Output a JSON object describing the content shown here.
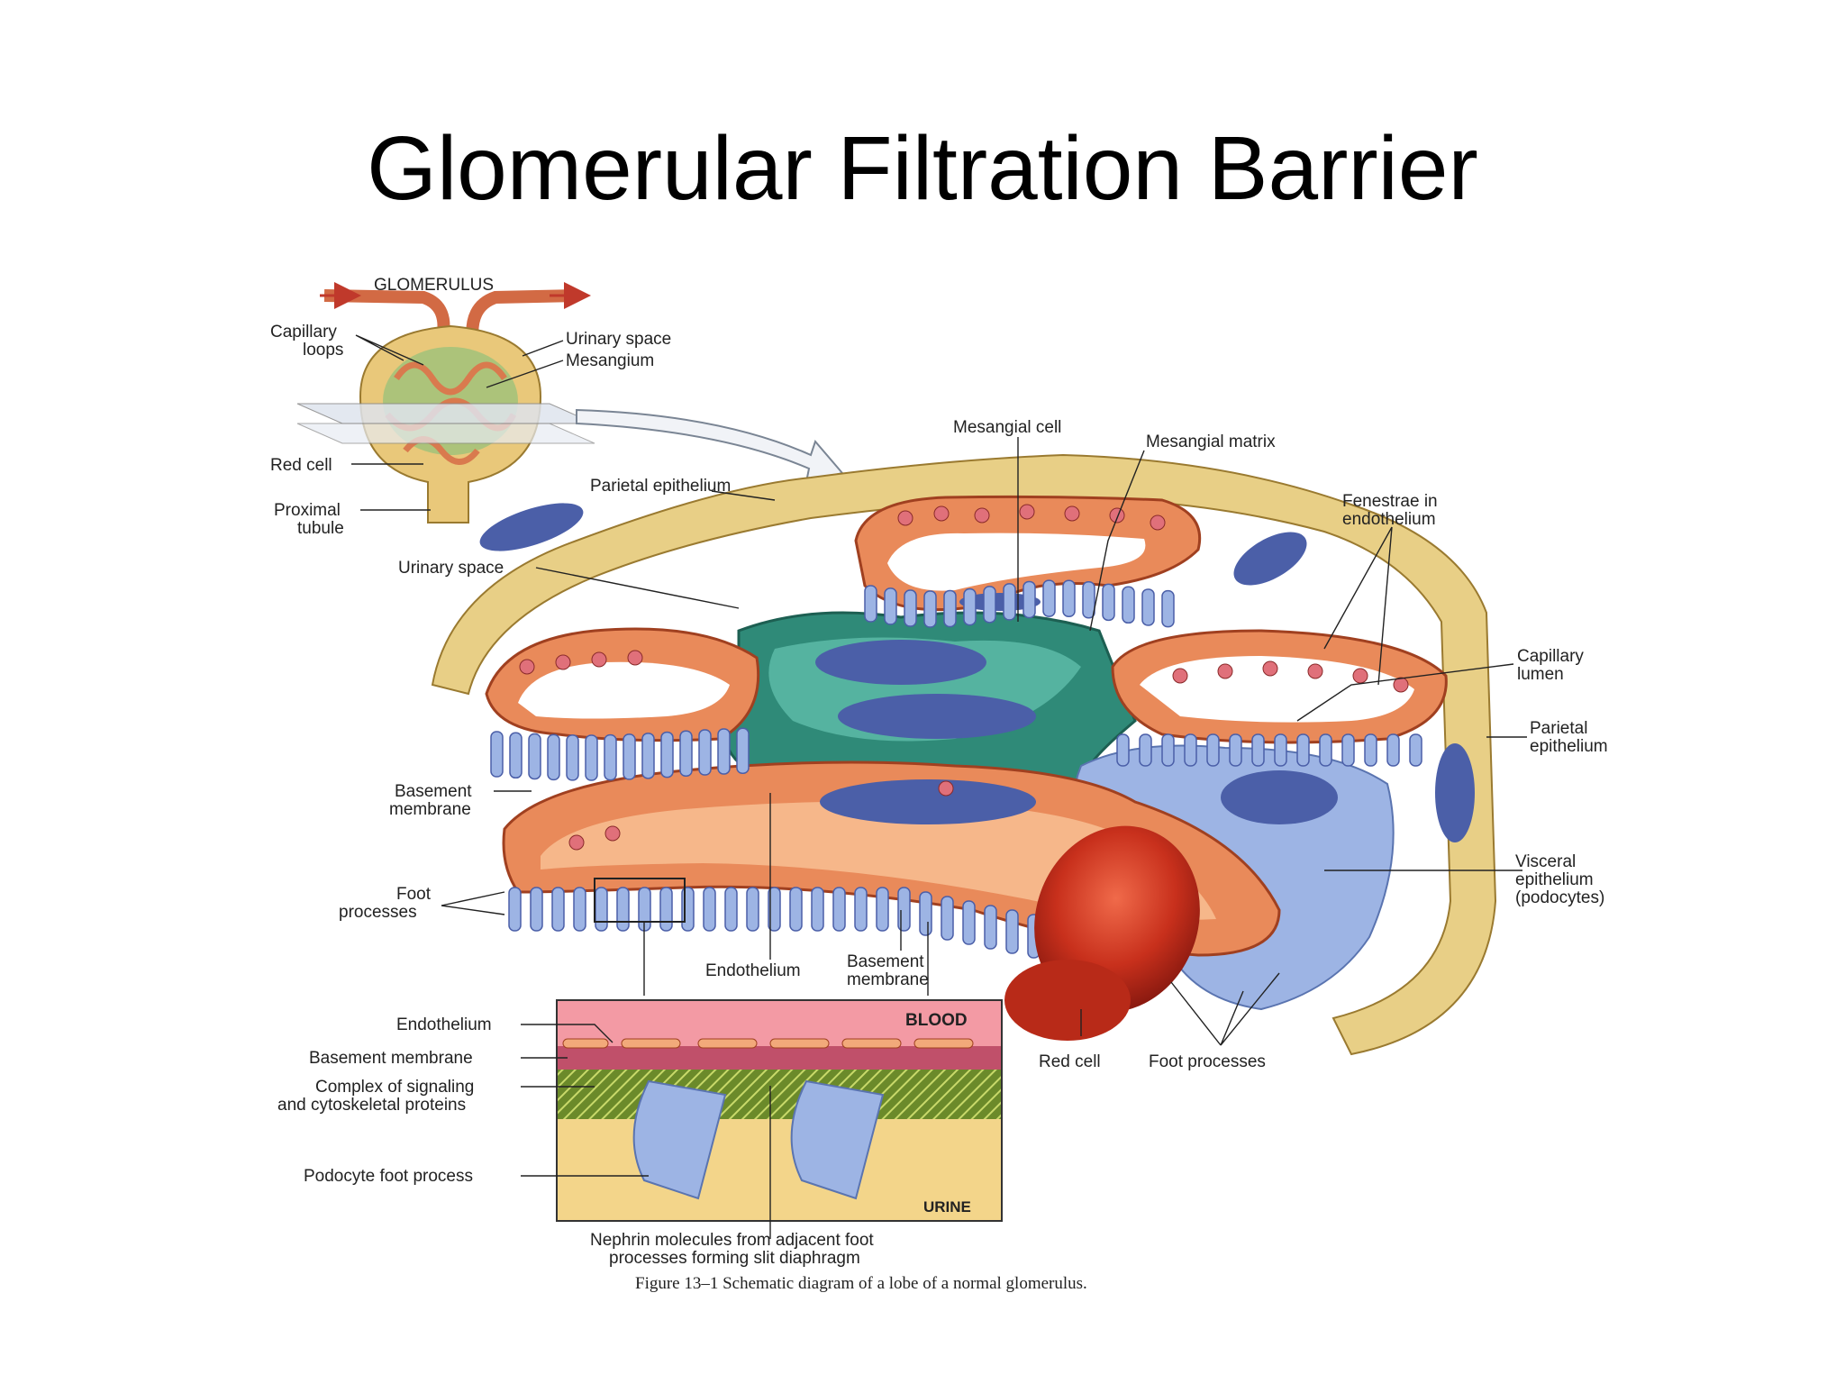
{
  "slide_title": "Glomerular Filtration Barrier",
  "inset_glomerulus": {
    "heading": "GLOMERULUS",
    "labels": {
      "capillary_loops_1": "Capillary",
      "capillary_loops_2": "loops",
      "urinary_space": "Urinary space",
      "mesangium": "Mesangium",
      "red_cell": "Red cell",
      "proximal_tubule_1": "Proximal",
      "proximal_tubule_2": "tubule"
    }
  },
  "main_labels": {
    "mesangial_cell": "Mesangial cell",
    "mesangial_matrix": "Mesangial matrix",
    "parietal_epithelium_top": "Parietal epithelium",
    "fenestrae_1": "Fenestrae in",
    "fenestrae_2": "endothelium",
    "urinary_space": "Urinary space",
    "capillary_lumen_1": "Capillary",
    "capillary_lumen_2": "lumen",
    "parietal_epithelium_right_1": "Parietal",
    "parietal_epithelium_right_2": "epithelium",
    "basement_membrane_left_1": "Basement",
    "basement_membrane_left_2": "membrane",
    "visceral_1": "Visceral",
    "visceral_2": "epithelium",
    "visceral_3": "(podocytes)",
    "foot_processes_left_1": "Foot",
    "foot_processes_left_2": "processes",
    "endothelium": "Endothelium",
    "basement_membrane_bottom_1": "Basement",
    "basement_membrane_bottom_2": "membrane",
    "red_cell": "Red cell",
    "foot_processes_bottom": "Foot processes"
  },
  "detail_inset": {
    "blood": "BLOOD",
    "urine": "URINE",
    "labels": {
      "endothelium": "Endothelium",
      "basement_membrane": "Basement membrane",
      "complex_1": "Complex of signaling",
      "complex_2": "and cytoskeletal proteins",
      "podocyte_foot_process": "Podocyte foot process",
      "nephrin_1": "Nephrin molecules from adjacent foot",
      "nephrin_2": "processes forming slit diaphragm"
    }
  },
  "figure_caption": "Figure 13–1  Schematic diagram of a lobe of a normal glomerulus.",
  "colors": {
    "parietal": "#e8cf86",
    "capillary_wall": "#e98a5a",
    "capillary_inner": "#f6b78a",
    "mesangium": "#2f8a78",
    "mesangium_light": "#55b3a0",
    "nucleus": "#4b5fa8",
    "podocyte": "#9db4e4",
    "red_cell": "#c2301e",
    "blood": "#f39aa4",
    "basement": "#c0506a",
    "urine": "#f3d58a"
  }
}
